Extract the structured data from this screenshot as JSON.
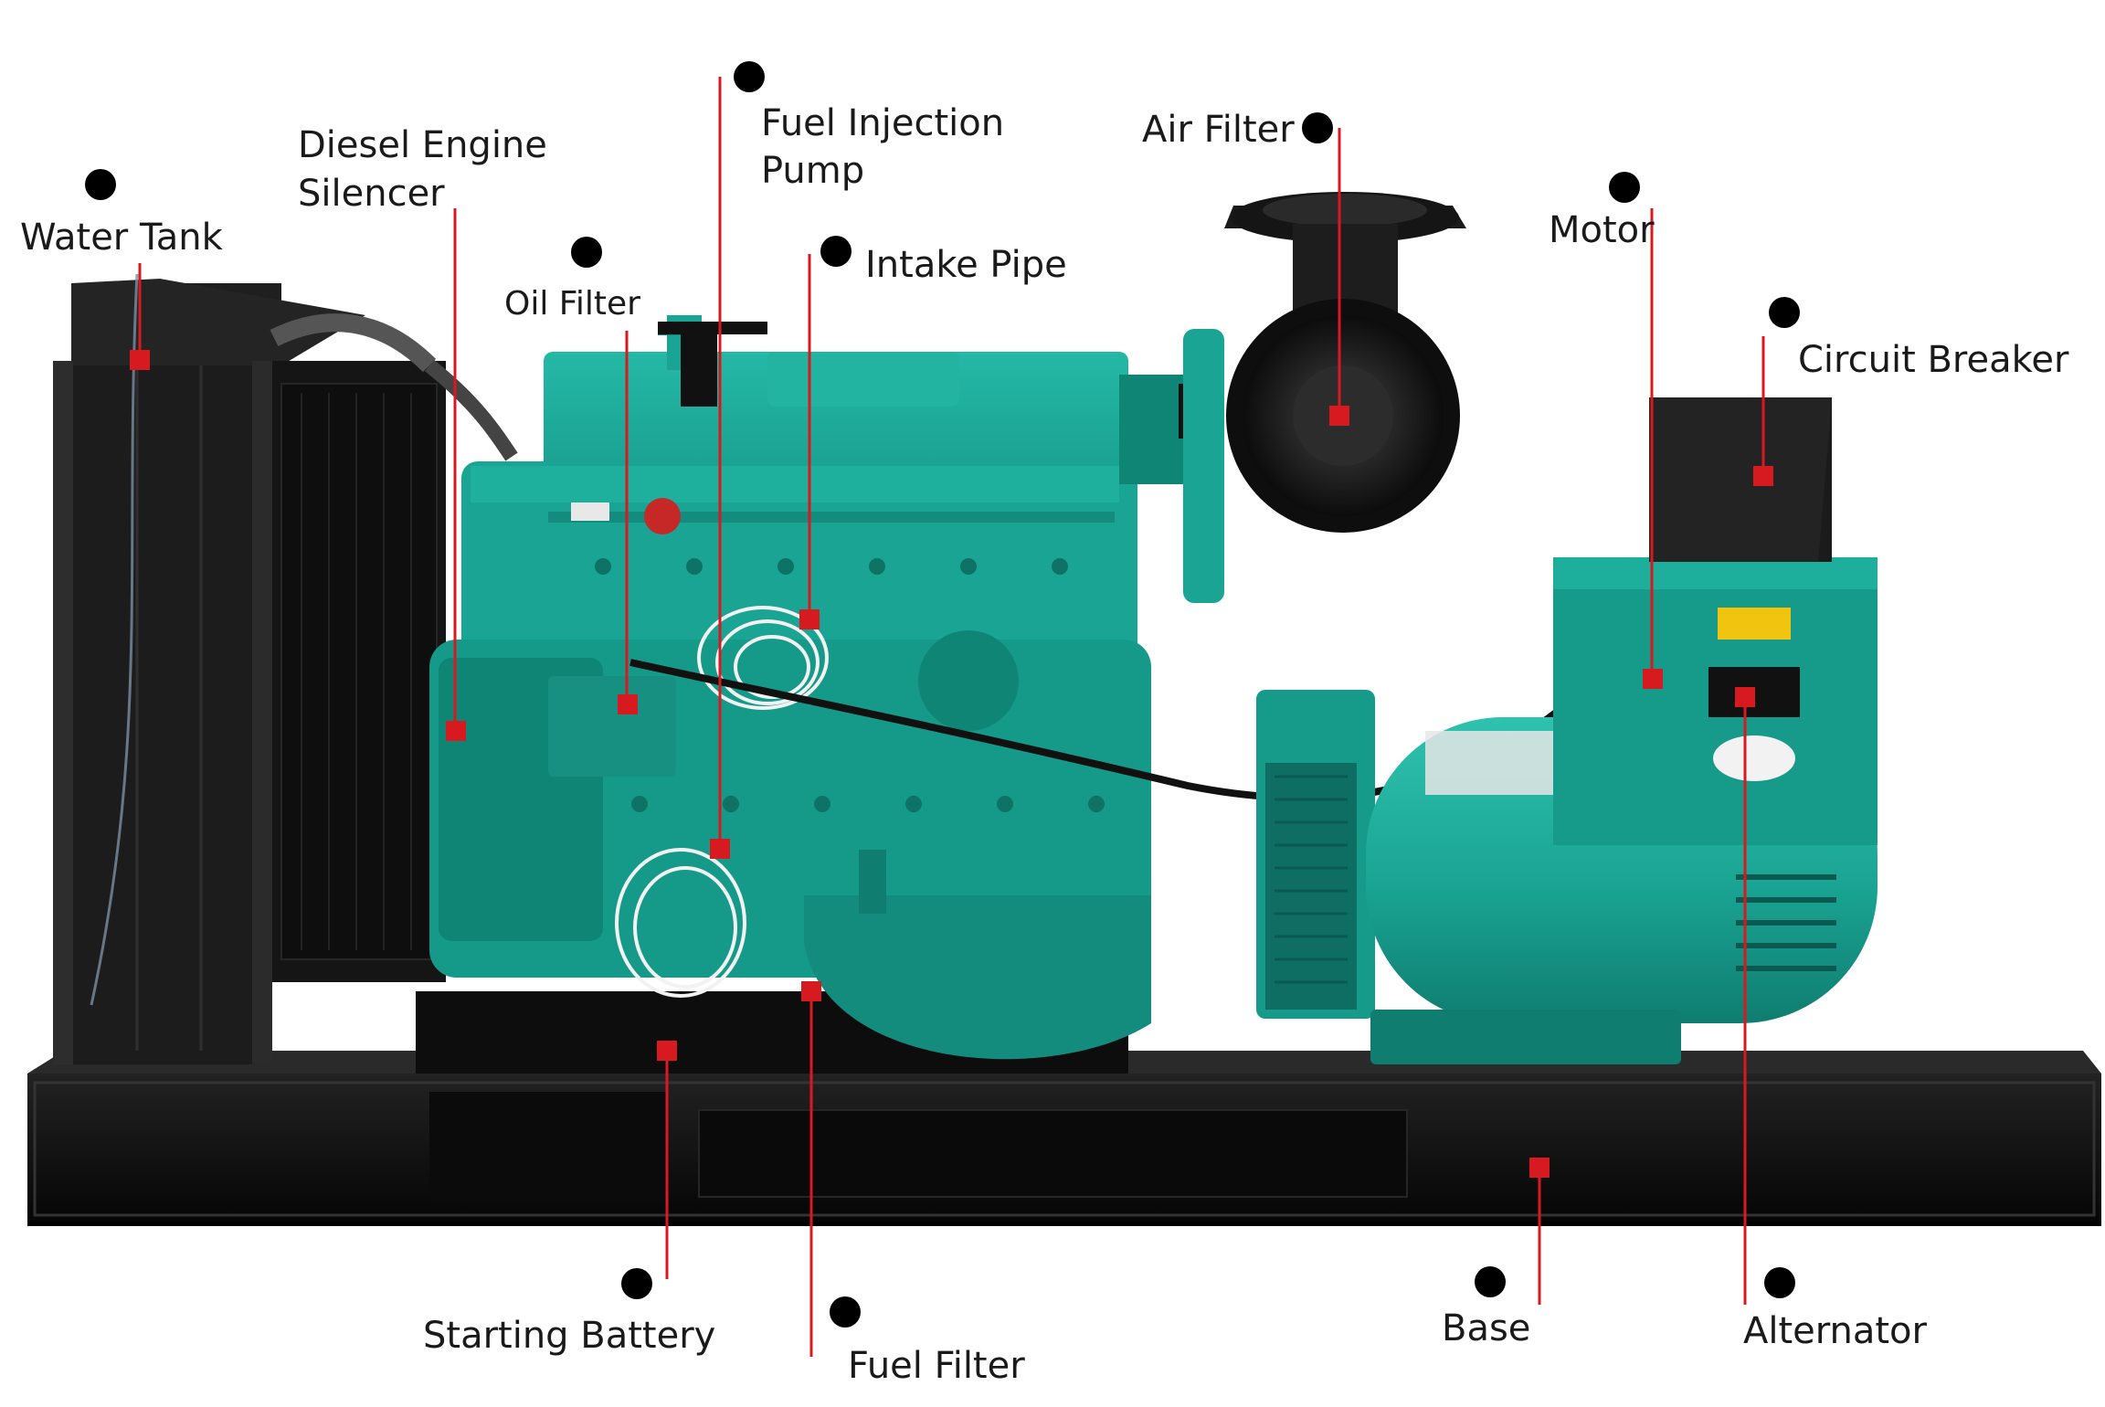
{
  "colors": {
    "engine_teal": "#1aa493",
    "engine_teal_dark": "#0f7d70",
    "frame_black": "#141414",
    "leader_red": "#d71920",
    "label_text": "#1a1a1a",
    "dot_black": "#000000"
  },
  "labels": {
    "water_tank": "Water Tank",
    "silencer_line1": "Diesel Engine",
    "silencer_line2": "Silencer",
    "oil_filter": "Oil Filter",
    "fuel_pump_line1": "Fuel Injection",
    "fuel_pump_line2": "Pump",
    "intake_pipe": "Intake Pipe",
    "air_filter": "Air Filter",
    "motor": "Motor",
    "circuit_breaker": "Circuit Breaker",
    "starting_battery": "Starting Battery",
    "fuel_filter": "Fuel Filter",
    "base": "Base",
    "alternator": "Alternator"
  }
}
